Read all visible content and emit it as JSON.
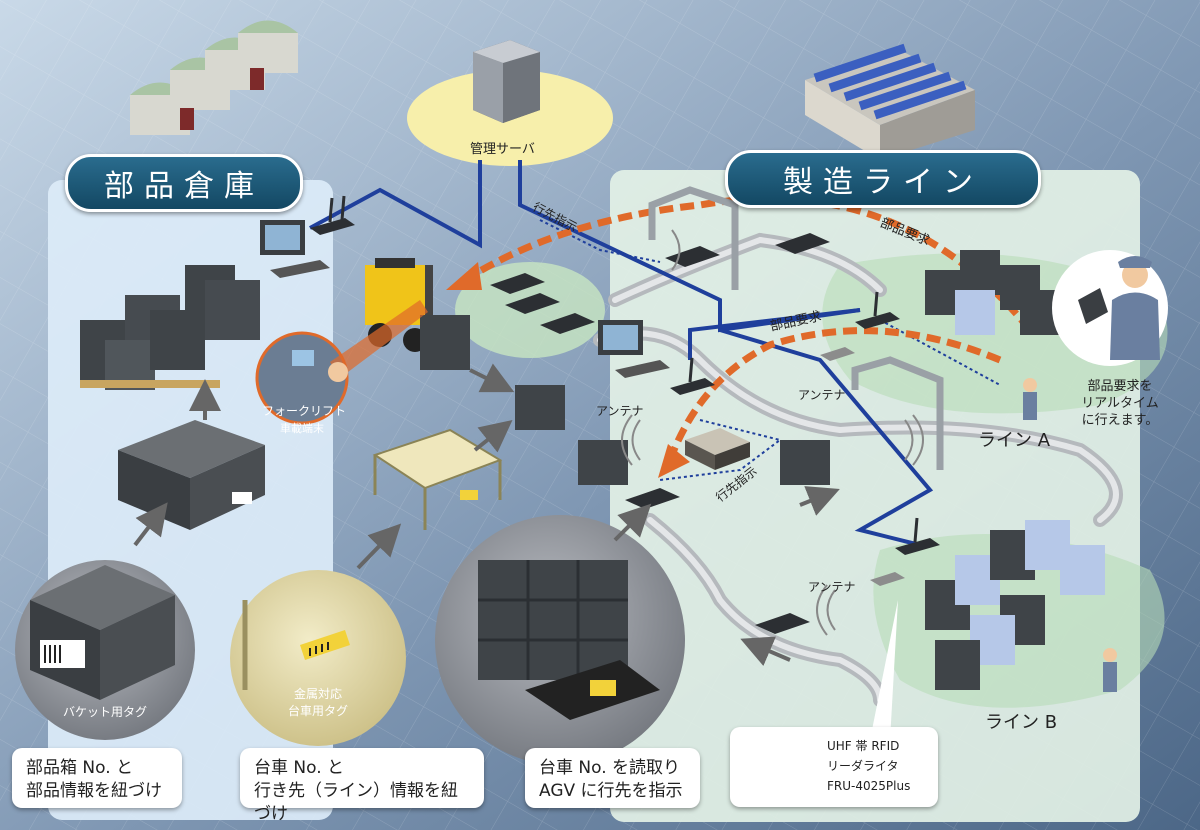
{
  "sections": {
    "warehouse_title": "部品倉庫",
    "production_title": "製造ライン"
  },
  "labels": {
    "server": "管理サーバ",
    "destination_top": "行先指示",
    "destination_bottom": "行先指示",
    "parts_request_top": "部品要求",
    "parts_request_mid": "部品要求",
    "antenna_1": "アンテナ",
    "antenna_2": "アンテナ",
    "antenna_3": "アンテナ",
    "forklift_terminal_line1": "フォークリフト",
    "forklift_terminal_line2": "車載端末",
    "bucket_tag": "バケット用タグ",
    "cart_tag_line1": "金属対応",
    "cart_tag_line2": "台車用タグ",
    "line_a": "ライン A",
    "line_b": "ライン B",
    "realtime_line1": "部品要求を",
    "realtime_line2": "リアルタイム",
    "realtime_line3": "に行えます。"
  },
  "captions": {
    "box_line1": "部品箱 No. と",
    "box_line2": "部品情報を紐づけ",
    "cart_line1": "台車 No. と",
    "cart_line2": "行き先（ライン）情報を紐づけ",
    "agv_line1": "台車 No. を読取り",
    "agv_line2": "AGV に行先を指示"
  },
  "device": {
    "line1": "UHF 帯 RFID",
    "line2": "リーダライタ",
    "line3": "FRU-4025Plus"
  },
  "colors": {
    "network_line": "#1f3f9c",
    "request_arrow": "#e06a2a",
    "banner": "#1d5a7a",
    "warehouse_zone": "#dcecf8",
    "production_zone": "#e3f1e6"
  }
}
